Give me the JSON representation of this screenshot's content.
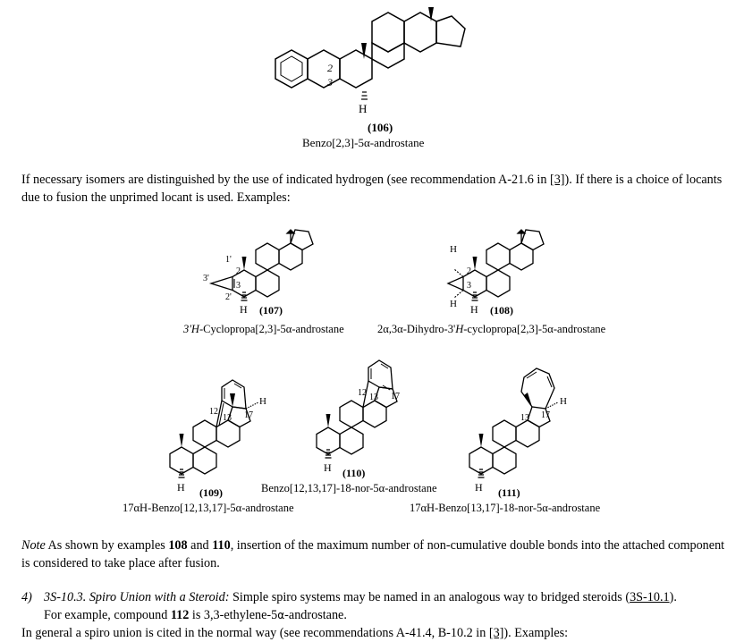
{
  "structures": {
    "s106": {
      "number": "(106)",
      "name": "Benzo[2,3]-5α-androstane",
      "locants": [
        "2",
        "3"
      ],
      "h": "H"
    },
    "s107": {
      "number": "(107)",
      "name_italic": "3'H",
      "name_rest": "-Cyclopropa[2,3]-5α-androstane",
      "locants": [
        "1'",
        "2",
        "3'",
        "3",
        "2'"
      ],
      "h": "H"
    },
    "s108": {
      "number": "(108)",
      "name_pre": "2α,3α-Dihydro-3'",
      "name_italic": "H",
      "name_rest": "-cyclopropa[2,3]-5α-androstane",
      "locants": [
        "2",
        "3"
      ],
      "h_top": "H",
      "h_left": "H",
      "h": "H"
    },
    "s109": {
      "number": "(109)",
      "name": "17αH-Benzo[12,13,17]-5α-androstane",
      "locants": [
        "12",
        "13",
        "17"
      ],
      "h_right": "H",
      "h": "H"
    },
    "s110": {
      "number": "(110)",
      "name": "Benzo[12,13,17]-18-nor-5α-androstane",
      "locants": [
        "12",
        "13",
        "17"
      ],
      "h": "H"
    },
    "s111": {
      "number": "(111)",
      "name": "17αH-Benzo[13,17]-18-nor-5α-androstane",
      "locants": [
        "13",
        "17"
      ],
      "h_right": "H",
      "h": "H"
    }
  },
  "para1": {
    "before": "If necessary isomers are distinguished by the use of indicated hydrogen (see recommendation A-21.6 in ",
    "ref": "[3]",
    "after": "). If there is a choice of locants due to fusion the unprimed locant is used. Examples:"
  },
  "note": {
    "label": "Note",
    "t1": " As shown by examples ",
    "b1": "108",
    "t2": " and ",
    "b2": "110",
    "t3": ", insertion of the maximum number of non-cumulative double bonds into the attached component is considered to take place after fusion."
  },
  "item4": {
    "number": "4)",
    "heading": "3S-10.3. Spiro Union with a Steroid:",
    "t1": " Simple spiro systems may be named in an analogous way to bridged steroids (",
    "link": "3S-10.1",
    "t2": ").",
    "t3": "For example, compound ",
    "b1": "112",
    "t4": " is 3,3-ethylene-5",
    "alpha": "α",
    "t5": "-androstane."
  },
  "para_last": {
    "before": "In general a spiro union is cited in the normal way (see recommendations A-41.4, B-10.2 in ",
    "ref": "[3]",
    "after": "). Examples:"
  }
}
